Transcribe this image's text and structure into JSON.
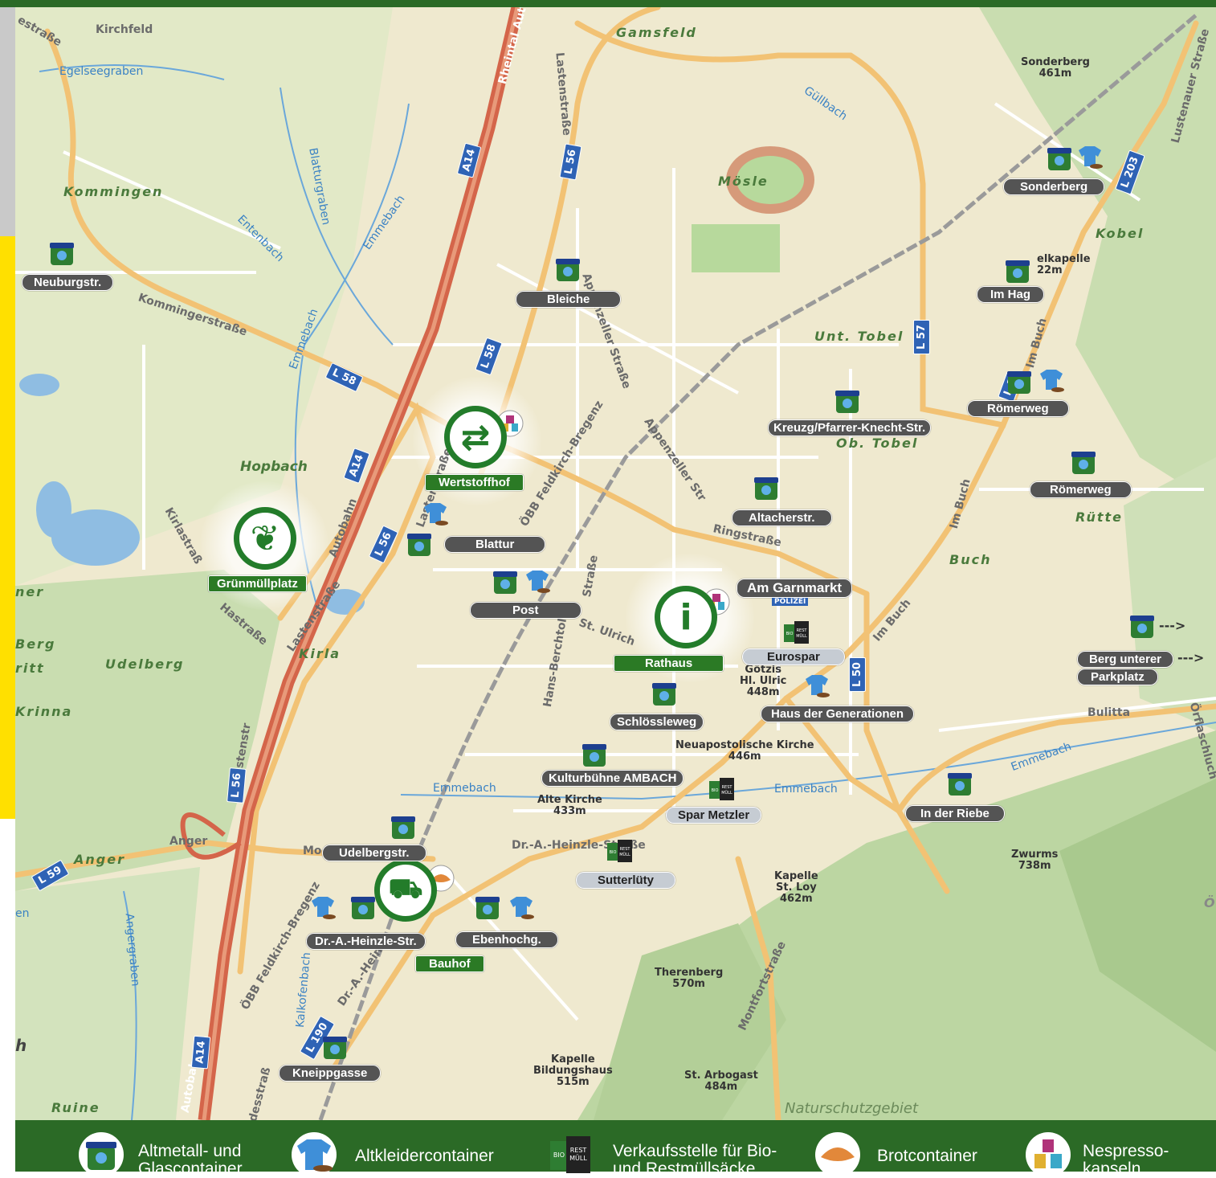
{
  "colors": {
    "frame_green": "#2b6a26",
    "map_bg": "#efe9cf",
    "forest": "#c9ddb0",
    "motorway": "#d4654a",
    "main_road": "#f2c274",
    "rail": "#9a9a9a",
    "water_blue": "#3b82c4",
    "pill_dark": "#545454",
    "pill_light": "#c6ccd3",
    "pill_green": "#2b7a25",
    "hub_green": "#237c2a",
    "side_yellow": "#ffe000"
  },
  "places": {
    "gamsfeld": "Gamsfeld",
    "kommingen": "Kommingen",
    "hopbach": "Hopbach",
    "moesle": "Mösle",
    "unt_tobel": "Unt. Tobel",
    "ob_tobel": "Ob. Tobel",
    "kobel": "Kobel",
    "ruette": "Rütte",
    "buch": "Buch",
    "udelberg": "Udelberg",
    "kirla": "Kirla",
    "anger": "Anger",
    "ruine": "Ruine",
    "krinna": "Krinna",
    "berg_partial": "Berg",
    "ritt_partial": "ritt",
    "ner_partial": "ner",
    "en_partial": "en",
    "h_partial": "h",
    "oe_partial": "Ö",
    "naturschutz": "Naturschutzgebiet"
  },
  "waters": {
    "egelseegraben": "Egelseegraben",
    "guellbach": "Güllbach",
    "blattur": "Blatturgraben",
    "entenbach": "Entenbach",
    "emmebach_n": "Emmebach",
    "emmebach_m": "Emmebach",
    "emmebach_s1": "Emmebach",
    "emmebach_s2": "Emmebach",
    "emmebach_e": "Emmebach",
    "angergraben": "Angergraben",
    "kalkofenbach": "Kalkofenbach"
  },
  "streets": {
    "kirchfeld": "Kirchfeld",
    "estrasse": "estraße",
    "lastenstrasse_n": "Lastenstraße",
    "rheintal": "Rheintal Aut",
    "kommingerstrasse": "Kommingerstraße",
    "appenzeller_n": "Appenzeller Straße",
    "appenzeller_m": "Appenzeller Str",
    "ringstrasse": "Ringstraße",
    "oebb_n": "ÖBB Feldkirch-Bregenz",
    "oebb_s": "ÖBB Feldkirch-Bregenz",
    "lustenauer": "Lustenauer Straße",
    "im_buch_n": "Im Buch",
    "im_buch_m": "Im Buch",
    "im_buch_s": "Im Buch",
    "kirlastr": "Kirlastraß",
    "hastrasse": "Hastraße",
    "lastenstrasse_m": "Lastenstraße",
    "lastenstrasse_s": "Lastenstraße",
    "autobahn_n": "Autobahn",
    "autobahn_s": "Autobahn",
    "hans_berchtold": "Hans-Berchtold-",
    "strasse_small": "Straße",
    "st_ulrich": "St. Ulrich",
    "dr_heinzle": "Dr.-A.-Heinzle-Straße",
    "dr_heinzle_sw": "Dr.-A.-Heinz",
    "montfort": "Montfortstraße",
    "anger_street": "Anger",
    "mo": "Mo",
    "bulitta": "Bulitta",
    "oerflaschlucht": "Örflaschluch",
    "landesstr": "desstraß",
    "lastenstr_s2": "Lastenstr"
  },
  "peaks": {
    "sonderberg": "Sonderberg\n461m",
    "kapelle_top": "elkapelle\n22m",
    "goetzis": "Götzis\nHl. Ulric\n448m",
    "neuapostolisch": "Neuapostolische Kirche\n446m",
    "alte_kirche": "Alte Kirche\n433m",
    "kapelle_loy": "Kapelle\nSt. Loy\n462m",
    "zwurms": "Zwurms\n738m",
    "therenberg": "Therenberg\n570m",
    "bildungshaus": "Kapelle\nBildungshaus\n515m",
    "arbogast": "St. Arbogast\n484m"
  },
  "shields": {
    "l56_n": "L 56",
    "a14_n": "A14",
    "l58_a": "L 58",
    "l58_b": "L 58",
    "a14_m": "A14",
    "l56_m": "L 56",
    "l56_s": "L 56",
    "l59": "L 59",
    "l190": "L 190",
    "a14_s": "A14",
    "l57": "L 57",
    "l203": "L 203",
    "l50": "L 50",
    "l1_partial": "L 1"
  },
  "locations": {
    "neuburgstr": "Neuburgstr.",
    "bleiche": "Bleiche",
    "sonderberg": "Sonderberg",
    "im_hag": "Im Hag",
    "roemerweg_1": "Römerweg",
    "roemerweg_2": "Römerweg",
    "kreuzg": "Kreuzg/Pfarrer-Knecht-Str.",
    "altacherstr": "Altacherstr.",
    "wertstoffhof": "Wertstoffhof",
    "blattur": "Blattur",
    "gruenmuell": "Grünmüllplatz",
    "post": "Post",
    "am_garnmarkt": "Am Garnmarkt",
    "eurospar": "Eurospar",
    "rathaus": "Rathaus",
    "polizei": "POLIZEI",
    "haus_generationen": "Haus der Generationen",
    "schloessleweg": "Schlössleweg",
    "berg_unterer": "Berg unterer",
    "parkplatz": "Parkplatz",
    "kulturbuehne": "Kulturbühne AMBACH",
    "spar_metzler": "Spar Metzler",
    "in_der_riebe": "In der Riebe",
    "udelbergstr": "Udelbergstr.",
    "sutterlueti": "Sutterlüty",
    "dr_heinzle_str": "Dr.-A.-Heinzle-Str.",
    "ebenhochg": "Ebenhochg.",
    "bauhof": "Bauhof",
    "kneippgasse": "Kneippgasse",
    "arrow_text": "--->"
  },
  "icon_text": {
    "bio": "BIO",
    "rest": "REST",
    "muell": "MÜLL"
  },
  "legend": [
    {
      "icon": "glass-container-icon",
      "label_line1": "Altmetall- und",
      "label_line2": "Glascontainer"
    },
    {
      "icon": "clothes-container-icon",
      "label_line1": "Altkleidercontainer",
      "label_line2": ""
    },
    {
      "icon": "waste-bag-sale-icon",
      "label_line1": "Verkaufsstelle für Bio-",
      "label_line2": "und Restmüllsäcke"
    },
    {
      "icon": "bread-container-icon",
      "label_line1": "Brotcontainer",
      "label_line2": ""
    },
    {
      "icon": "nespresso-capsule-icon",
      "label_line1": "Nespresso-",
      "label_line2": "kapseln"
    }
  ]
}
